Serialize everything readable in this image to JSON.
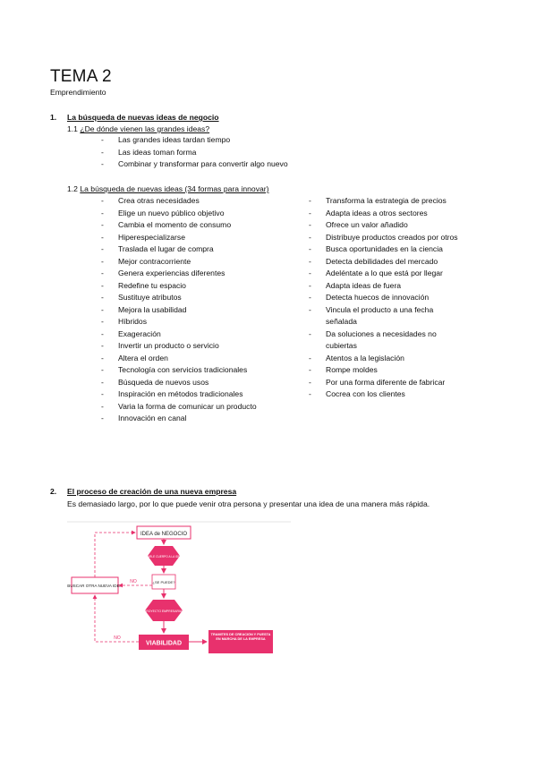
{
  "header": {
    "title": "TEMA 2",
    "subtitle": "Emprendimiento"
  },
  "section1": {
    "number": "1.",
    "title": "La búsqueda de nuevas ideas de negocio",
    "sub1": {
      "number": "1.1",
      "title": "¿De dónde vienen las grandes ideas?",
      "items": [
        "Las grandes ideas tardan tiempo",
        "Las ideas toman forma",
        "Combinar y transformar para convertir algo nuevo"
      ]
    },
    "sub2": {
      "number": "1.2",
      "title": "La búsqueda de nuevas ideas (34 formas para innovar)",
      "left_items": [
        "Crea otras necesidades",
        "Elige un nuevo público objetivo",
        "Cambia el momento de consumo",
        "Hiperespecializarse",
        "Traslada el lugar de compra",
        "Mejor contracorriente",
        "Genera experiencias diferentes",
        "Redefine tu espacio",
        "Sustituye atributos",
        "Mejora la usabilidad",
        "Híbridos",
        "Exageración",
        "Invertir un producto o servicio",
        "Altera el orden",
        "Tecnología con servicios tradicionales",
        "Búsqueda de nuevos usos",
        "Inspiración en métodos tradicionales",
        "Varia la forma de comunicar un producto",
        "Innovación en canal"
      ],
      "right_items": [
        "Transforma la estrategia de precios",
        "Adapta ideas a otros sectores",
        "Ofrece un valor añadido",
        "Distribuye productos creados por otros",
        "Busca oportunidades en la ciencia",
        "Detecta debilidades del mercado",
        "Adeléntate a lo que está por llegar",
        "Adapta ideas de fuera",
        "Detecta huecos de innovación",
        "Vincula el producto a una fecha señalada",
        "Da soluciones a necesidades no cubiertas",
        "Atentos a la legislación",
        "Rompe moldes",
        "Por una forma diferente de fabricar",
        "Cocrea con los clientes"
      ]
    }
  },
  "section2": {
    "number": "2.",
    "title": "El proceso de creación de una nueva empresa",
    "paragraph": "Es demasiado largo, por lo que puede venir otra persona y presentar una idea de una manera más rápida."
  },
  "diagram": {
    "accent": "#e8316d",
    "nodes": {
      "idea": "IDEA de NEGOCIO",
      "hex1": "DARLE CUERPO A LA IDEA",
      "decision": "¿SE PUEDE?",
      "hex2": "PROYECTO EMPRESARIAL",
      "viabilidad": "VIABILIDAD",
      "buscar": "BUSCAR OTRA NUEVA IDEA",
      "tramites": "TRAMITES DE CREACIÓN Y PUESTA EN MARCHA DE LA EMPRESA"
    },
    "labels": {
      "no1": "NO",
      "no2": "NO"
    }
  }
}
